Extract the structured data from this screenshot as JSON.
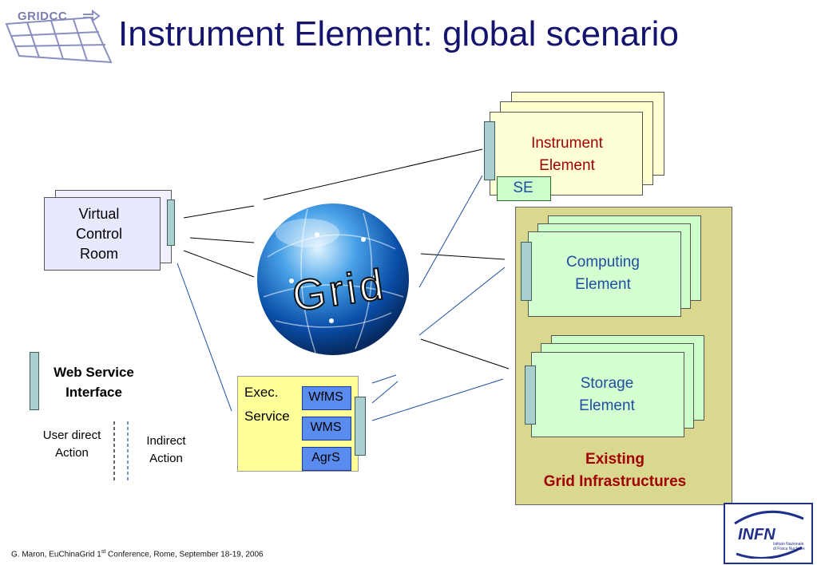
{
  "title": "Instrument Element: global scenario",
  "logo": {
    "text": "GRIDCC",
    "icon": "gridcc-logo-icon"
  },
  "virtual_control_room": {
    "line1": "Virtual",
    "line2": "Control",
    "line3": "Room"
  },
  "instrument_element": {
    "line1": "Instrument",
    "line2": "Element",
    "se": "SE"
  },
  "grid": {
    "label": "Grid",
    "icon": "globe-icon"
  },
  "computing_element": {
    "line1": "Computing",
    "line2": "Element"
  },
  "storage_element": {
    "line1": "Storage",
    "line2": "Element"
  },
  "existing": {
    "line1": "Existing",
    "line2": "Grid Infrastructures"
  },
  "exec_service": {
    "line1": "Exec.",
    "line2": "Service",
    "wfms": "WfMS",
    "wms": "WMS",
    "agrs": "AgrS"
  },
  "legend": {
    "wsi_line1": "Web Service",
    "wsi_line2": "Interface",
    "user_line1": "User direct",
    "user_line2": "Action",
    "indirect_line1": "Indirect",
    "indirect_line2": "Action"
  },
  "footer": {
    "pre": "G. Maron, EuChinaGrid 1",
    "sup": "st",
    "post": " Conference, Rome, September 18-19, 2006"
  },
  "infn": {
    "name": "INFN",
    "sub1": "Istituto Nazionale",
    "sub2": "di Fisica Nucleare"
  },
  "colors": {
    "title": "#14146e",
    "accent_red": "#a00000",
    "box_blue": "#1f4ea0"
  }
}
